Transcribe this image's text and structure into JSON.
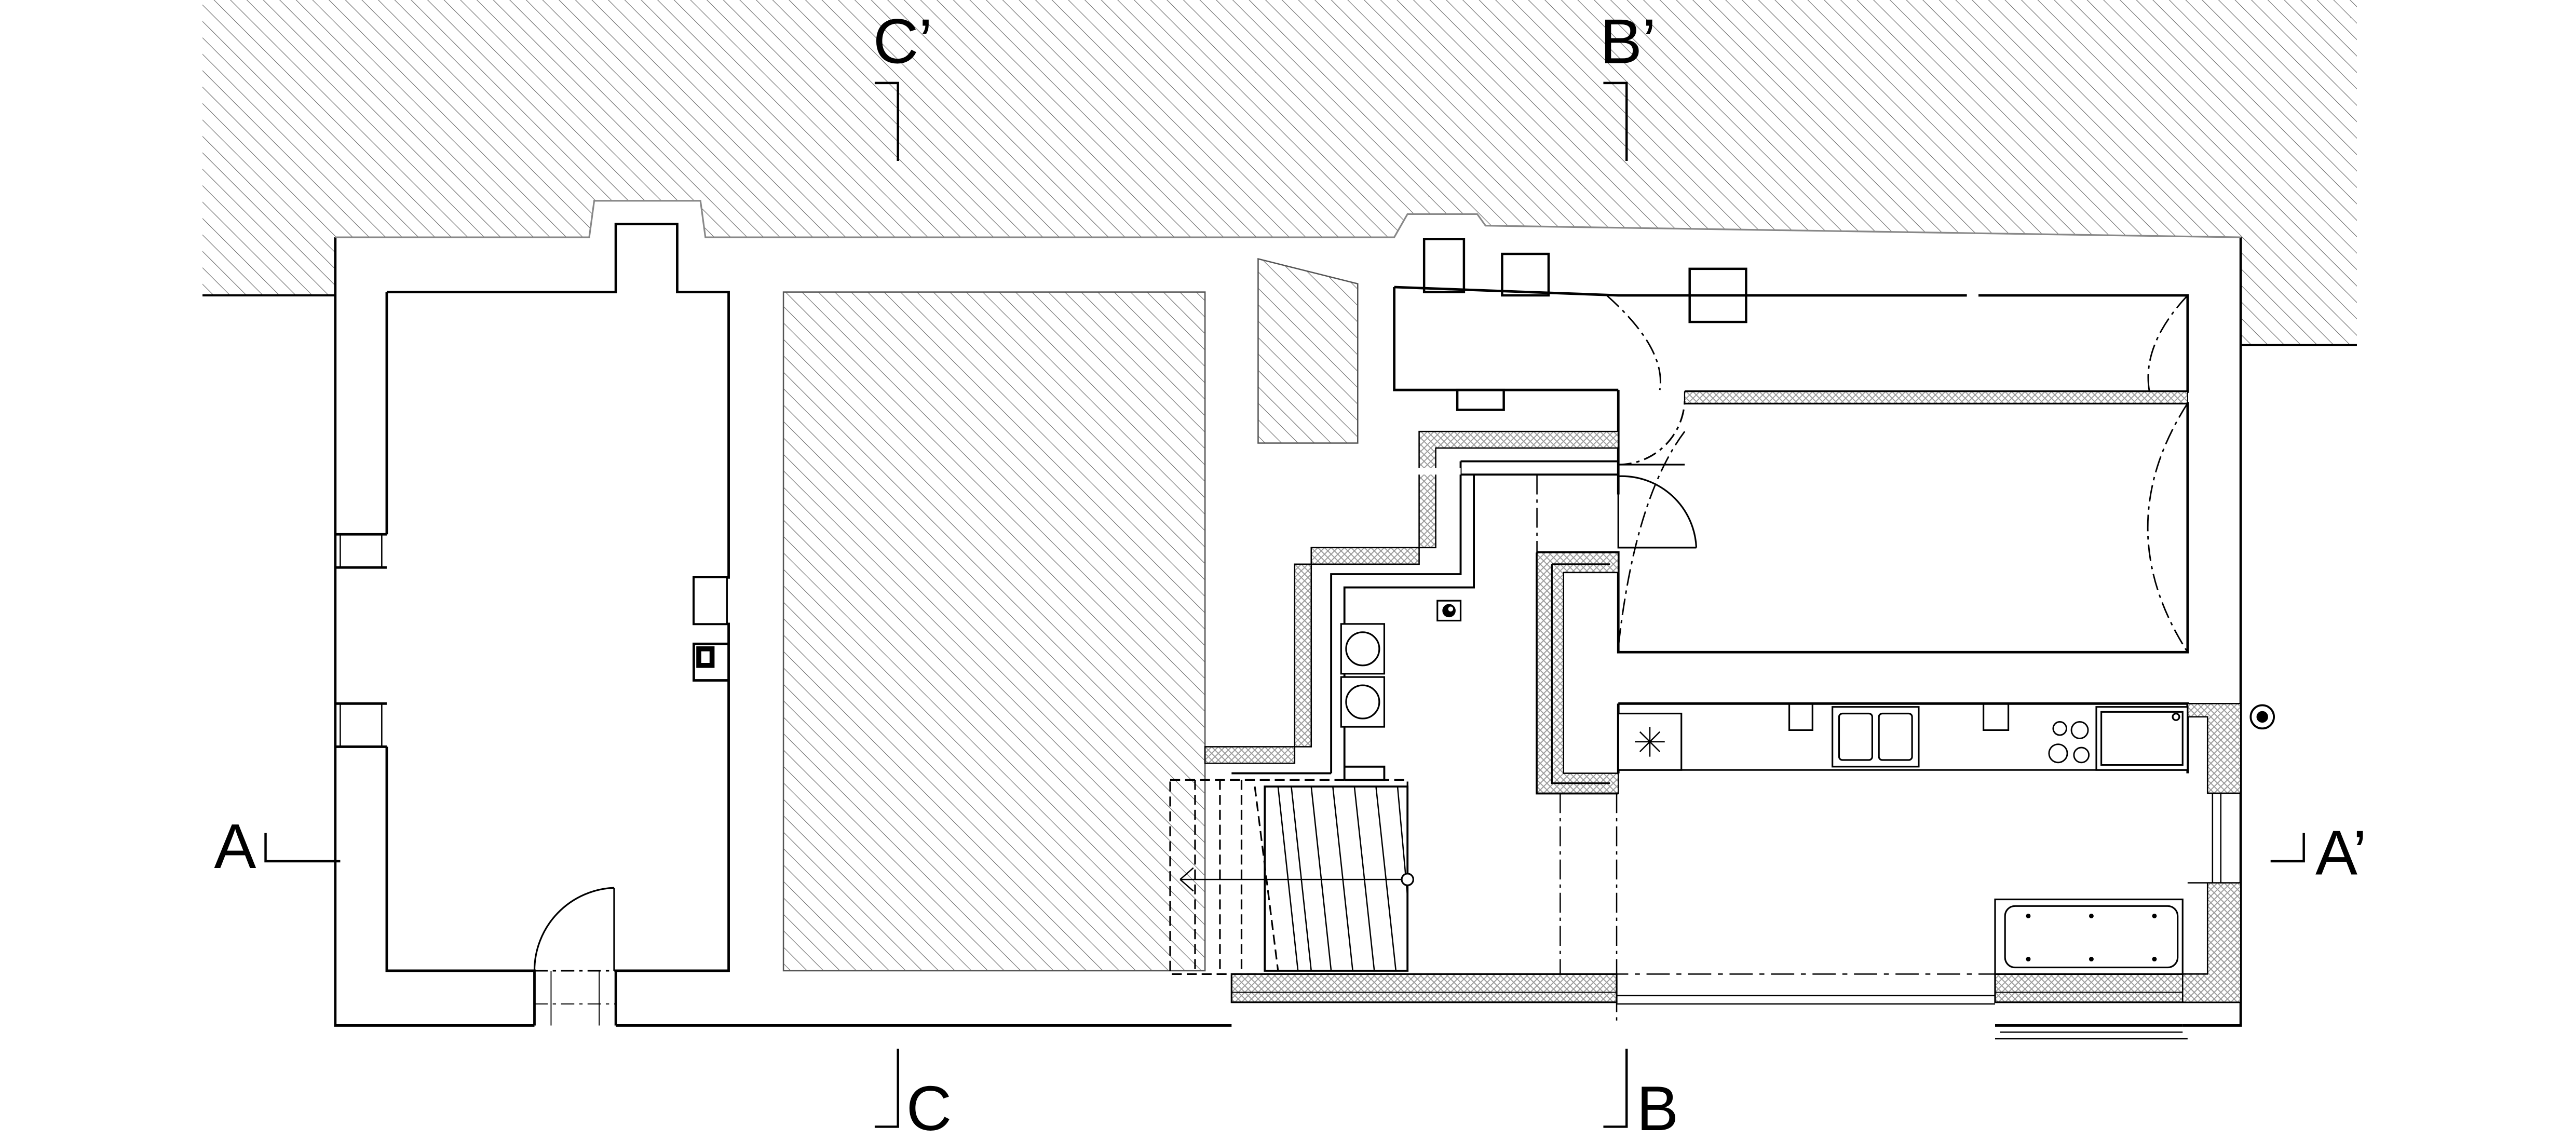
{
  "section_markers": {
    "a_left": "A",
    "a_right": "A’",
    "b_bottom": "B",
    "b_top": "B’",
    "c_bottom": "C",
    "c_top": "C’"
  },
  "colors": {
    "line": "#000000",
    "hatch": "#555555",
    "insulation": "#9a9a9a",
    "background": "#ffffff"
  },
  "icons": [
    "section-marker",
    "door-swing",
    "stair",
    "sink",
    "hob",
    "refrigerator",
    "bathtub",
    "boiler-symbol"
  ]
}
